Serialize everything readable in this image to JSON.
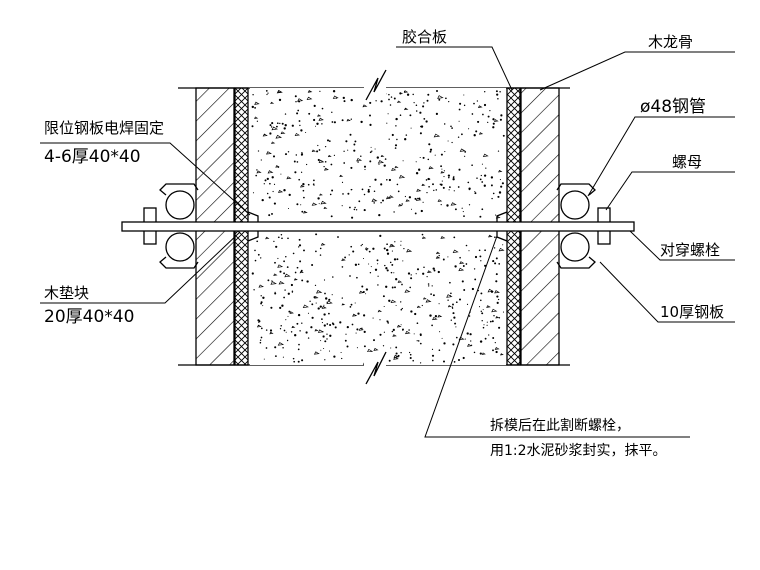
{
  "labels": {
    "plywood": "胶合板",
    "timber_keel": "木龙骨",
    "stop_plate": "限位钢板电焊固定",
    "stop_plate_spec": "4-6厚40*40",
    "steel_pipe": "ø48钢管",
    "nut": "螺母",
    "through_bolt": "对穿螺栓",
    "wood_pad": "木垫块",
    "wood_pad_spec": "20厚40*40",
    "steel_plate": "10厚钢板",
    "note_line1": "拆模后在此割断螺栓，",
    "note_line2": "用1:2水泥砂浆封实，抹平。"
  },
  "colors": {
    "line": "#000000",
    "background": "#ffffff"
  }
}
